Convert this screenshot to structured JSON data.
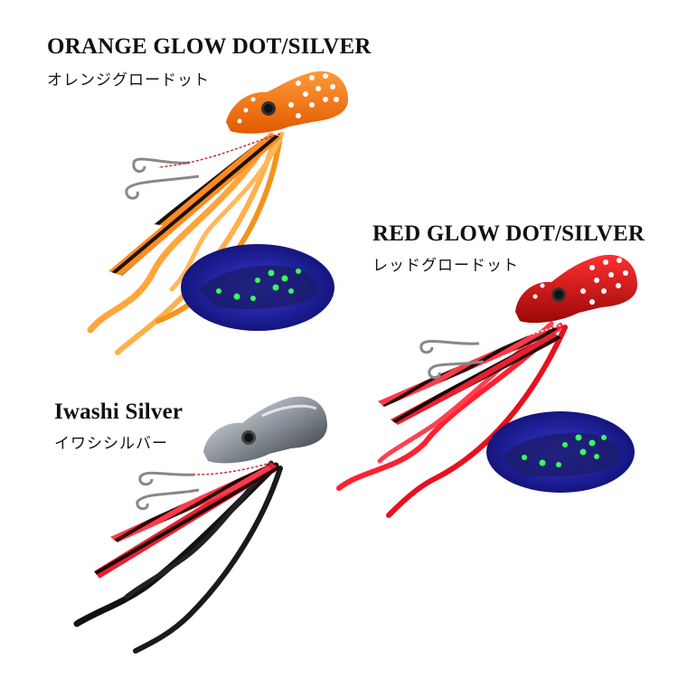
{
  "products": [
    {
      "name_en": "ORANGE GLOW DOT/SILVER",
      "name_ja": "オレンジグロードット",
      "color": "#ff7a1a"
    },
    {
      "name_en": "RED GLOW DOT/SILVER",
      "name_ja": "レッドグロードット",
      "color": "#e01818"
    },
    {
      "name_en": "Iwashi Silver",
      "name_ja": "イワシシルバー",
      "color": "#9aa0a8"
    }
  ],
  "glow_color": "#39ff5a",
  "uv_background": "#1a1f9c"
}
